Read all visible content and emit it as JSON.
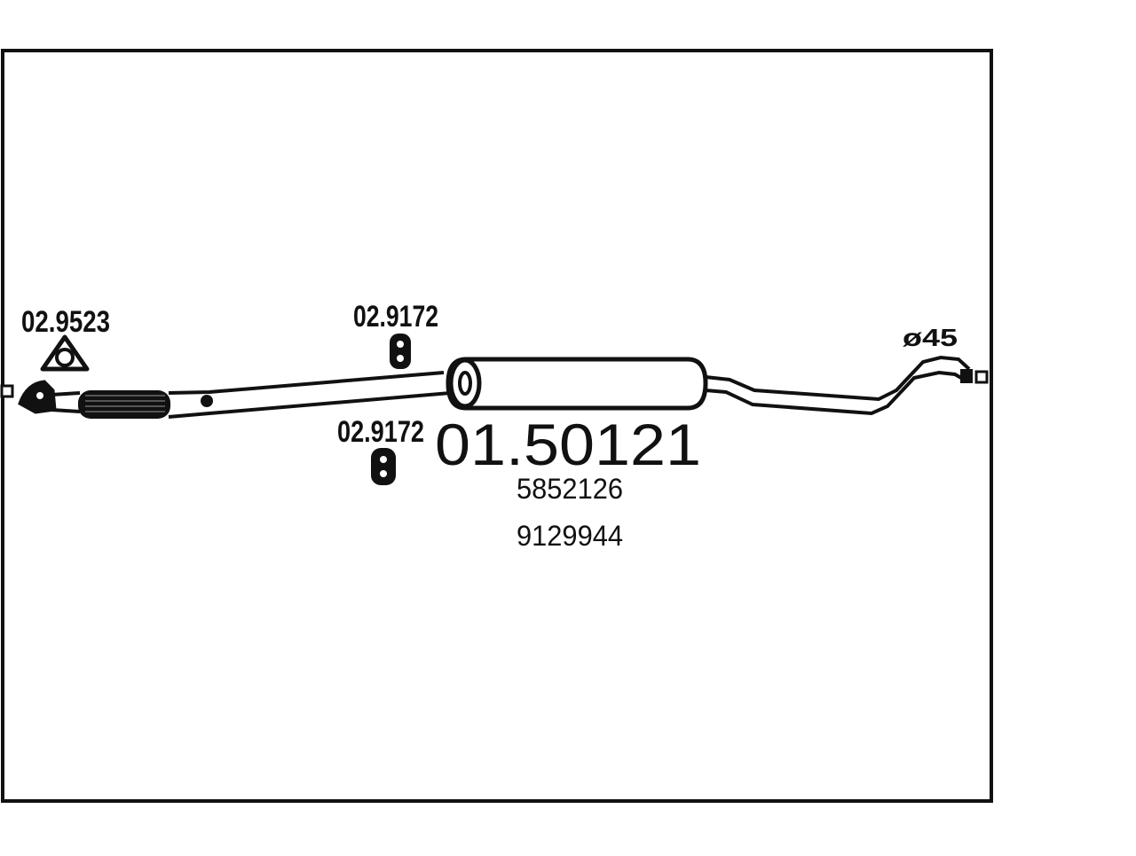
{
  "part_number": "01.50121",
  "oe_numbers": [
    "5852126",
    "9129944"
  ],
  "components": {
    "flange_gasket": "02.9523",
    "hanger_upper": "02.9172",
    "hanger_lower": "02.9172"
  },
  "pipe_diameter": "ø45",
  "colors": {
    "line": "#111111",
    "background": "#ffffff"
  }
}
